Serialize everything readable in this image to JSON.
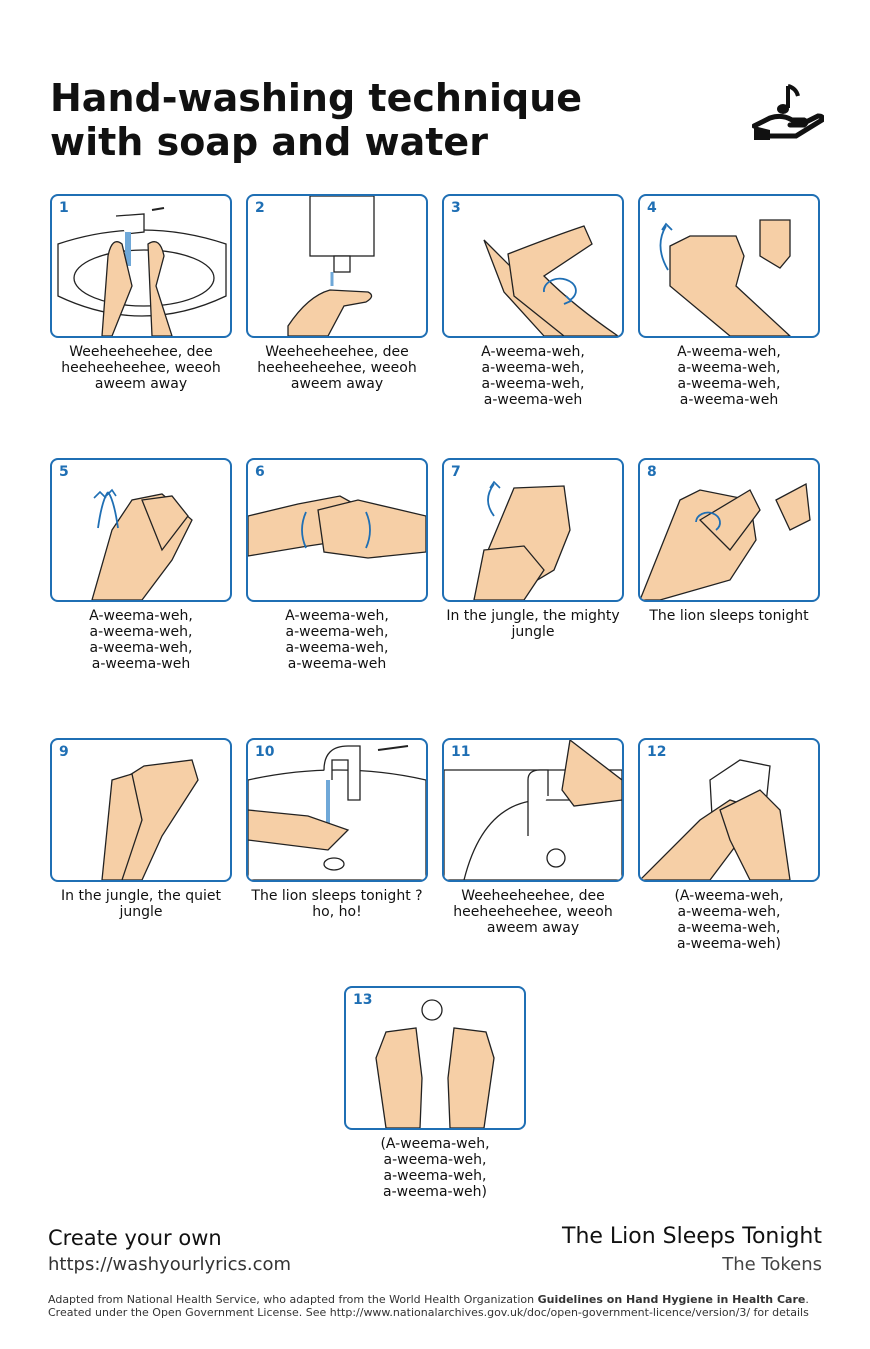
{
  "title": {
    "line1": "Hand-washing technique",
    "line2": "with soap and water"
  },
  "logo": {
    "icon": "music-note-hand-icon"
  },
  "steps": [
    {
      "num": "1",
      "lines": [
        "Weeheeheehee, dee",
        "heeheeheehee, weeoh",
        "aweem away"
      ]
    },
    {
      "num": "2",
      "lines": [
        "Weeheeheehee, dee",
        "heeheeheehee, weeoh",
        "aweem away"
      ]
    },
    {
      "num": "3",
      "lines": [
        "A-weema-weh,",
        "a-weema-weh,",
        "a-weema-weh,",
        "a-weema-weh"
      ]
    },
    {
      "num": "4",
      "lines": [
        "A-weema-weh,",
        "a-weema-weh,",
        "a-weema-weh,",
        "a-weema-weh"
      ]
    },
    {
      "num": "5",
      "lines": [
        "A-weema-weh,",
        "a-weema-weh,",
        "a-weema-weh,",
        "a-weema-weh"
      ]
    },
    {
      "num": "6",
      "lines": [
        "A-weema-weh,",
        "a-weema-weh,",
        "a-weema-weh,",
        "a-weema-weh"
      ]
    },
    {
      "num": "7",
      "lines": [
        "In the jungle, the mighty",
        "jungle"
      ]
    },
    {
      "num": "8",
      "lines": [
        "The lion sleeps tonight"
      ]
    },
    {
      "num": "9",
      "lines": [
        "In the jungle, the quiet",
        "jungle"
      ]
    },
    {
      "num": "10",
      "lines": [
        "The lion sleeps tonight ?",
        "ho, ho!"
      ]
    },
    {
      "num": "11",
      "lines": [
        "Weeheeheehee, dee",
        "heeheeheehee, weeoh",
        "aweem away"
      ]
    },
    {
      "num": "12",
      "lines": [
        "(A-weema-weh,",
        "a-weema-weh,",
        "a-weema-weh,",
        "a-weema-weh)"
      ]
    },
    {
      "num": "13",
      "lines": [
        "(A-weema-weh,",
        "a-weema-weh,",
        "a-weema-weh,",
        "a-weema-weh)"
      ]
    }
  ],
  "footer": {
    "create": "Create your own",
    "url": "https://washyourlyrics.com",
    "song": "The Lion Sleeps Tonight",
    "artist": "The Tokens",
    "adapted_prefix": "Adapted from National Health Service, who adapted from the World Health Organization ",
    "adapted_bold": "Guidelines on Hand Hygiene in Health Care",
    "adapted_suffix": ".",
    "license": "Created under the Open Government License. See http://www.nationalarchives.gov.uk/doc/open-government-licence/version/3/ for details"
  },
  "colors": {
    "accent": "#1f6fb4",
    "skin": "#f6cfa6",
    "outline": "#1a1a1a"
  }
}
